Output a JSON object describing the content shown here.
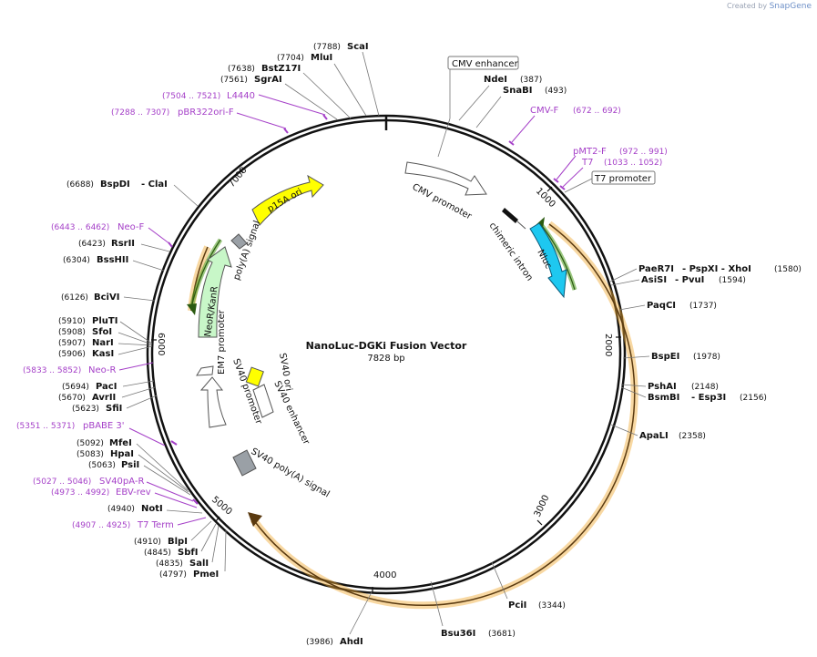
{
  "watermark": {
    "prefix": "Created by",
    "brand": "SnapGene"
  },
  "plasmid": {
    "name": "NanoLuc-DGKi Fusion Vector",
    "length_label": "7828 bp",
    "length": 7828
  },
  "ticks": [
    {
      "pos": 1000,
      "label": "1000"
    },
    {
      "pos": 2000,
      "label": "2000"
    },
    {
      "pos": 3000,
      "label": "3000"
    },
    {
      "pos": 4000,
      "label": "4000"
    },
    {
      "pos": 5000,
      "label": "5000"
    },
    {
      "pos": 6000,
      "label": "6000"
    },
    {
      "pos": 7000,
      "label": "7000"
    }
  ],
  "sites": [
    {
      "name": "ScaI",
      "pos": "(7788)",
      "side": "left"
    },
    {
      "name": "MluI",
      "pos": "(7704)",
      "side": "left"
    },
    {
      "name": "BstZ17I",
      "pos": "(7638)",
      "side": "left"
    },
    {
      "name": "SgrAI",
      "pos": "(7561)",
      "side": "left"
    },
    {
      "name": "NdeI",
      "pos": "(387)",
      "side": "right"
    },
    {
      "name": "SnaBI",
      "pos": "(493)",
      "side": "right"
    },
    {
      "name": "BspDI",
      "pos": "(6688)",
      "extra": "- ClaI",
      "side": "left"
    },
    {
      "name": "RsrII",
      "pos": "(6423)",
      "side": "left"
    },
    {
      "name": "BssHII",
      "pos": "(6304)",
      "side": "left"
    },
    {
      "name": "BciVI",
      "pos": "(6126)",
      "side": "left"
    },
    {
      "name": "PluTI",
      "pos": "(5910)",
      "side": "left"
    },
    {
      "name": "SfoI",
      "pos": "(5908)",
      "side": "left"
    },
    {
      "name": "NarI",
      "pos": "(5907)",
      "side": "left"
    },
    {
      "name": "KasI",
      "pos": "(5906)",
      "side": "left"
    },
    {
      "name": "PacI",
      "pos": "(5694)",
      "side": "left"
    },
    {
      "name": "AvrII",
      "pos": "(5670)",
      "side": "left"
    },
    {
      "name": "SfiI",
      "pos": "(5623)",
      "side": "left"
    },
    {
      "name": "MfeI",
      "pos": "(5092)",
      "side": "left"
    },
    {
      "name": "HpaI",
      "pos": "(5083)",
      "side": "left"
    },
    {
      "name": "PsiI",
      "pos": "(5063)",
      "side": "left"
    },
    {
      "name": "NotI",
      "pos": "(4940)",
      "side": "left"
    },
    {
      "name": "BlpI",
      "pos": "(4910)",
      "side": "left"
    },
    {
      "name": "SbfI",
      "pos": "(4845)",
      "side": "left"
    },
    {
      "name": "SalI",
      "pos": "(4835)",
      "side": "left"
    },
    {
      "name": "PmeI",
      "pos": "(4797)",
      "side": "left"
    },
    {
      "name": "AhdI",
      "pos": "(3986)",
      "side": "left"
    },
    {
      "name": "Bsu36I",
      "pos": "(3681)",
      "side": "right"
    },
    {
      "name": "PciI",
      "pos": "(3344)",
      "side": "right"
    },
    {
      "name": "ApaLI",
      "pos": "(2358)",
      "side": "right"
    },
    {
      "name": "BsmBI",
      "pos": "(2156)",
      "extra": "- Esp3I",
      "side": "right"
    },
    {
      "name": "PshAI",
      "pos": "(2148)",
      "side": "right"
    },
    {
      "name": "BspEI",
      "pos": "(1978)",
      "side": "right"
    },
    {
      "name": "PaqCI",
      "pos": "(1737)",
      "side": "right"
    },
    {
      "name": "AsiSI",
      "pos": "(1594)",
      "extra": "- PvuI",
      "side": "right"
    },
    {
      "name": "PaeR7I",
      "pos": "(1580)",
      "extra": "- PspXI - XhoI",
      "side": "right"
    }
  ],
  "primers": [
    {
      "name": "L4440",
      "range": "(7504 .. 7521)"
    },
    {
      "name": "pBR322ori-F",
      "range": "(7288 .. 7307)"
    },
    {
      "name": "CMV-F",
      "range": "(672 .. 692)"
    },
    {
      "name": "pMT2-F",
      "range": "(972 .. 991)"
    },
    {
      "name": "T7",
      "range": "(1033 .. 1052)"
    },
    {
      "name": "Neo-F",
      "range": "(6443 .. 6462)"
    },
    {
      "name": "Neo-R",
      "range": "(5833 .. 5852)"
    },
    {
      "name": "pBABE 3'",
      "range": "(5351 .. 5371)"
    },
    {
      "name": "SV40pA-R",
      "range": "(5027 .. 5046)"
    },
    {
      "name": "EBV-rev",
      "range": "(4973 .. 4992)"
    },
    {
      "name": "T7 Term",
      "range": "(4907 .. 4925)"
    }
  ],
  "boxed_features": [
    {
      "name": "CMV enhancer"
    },
    {
      "name": "T7 promoter"
    }
  ],
  "features": [
    {
      "name": "CMV promoter",
      "color": "#ffffff"
    },
    {
      "name": "chimeric intron",
      "color": "#000000"
    },
    {
      "name": "Nluc",
      "color": "#1ec8f0"
    },
    {
      "name": "p15A ori",
      "color": "#ffff00"
    },
    {
      "name": "poly(A) signal",
      "color": "#9aa0a6"
    },
    {
      "name": "NeoR/KanR",
      "color": "#c8f7c8"
    },
    {
      "name": "EM7 promoter",
      "color": "#ffffff"
    },
    {
      "name": "SV40 promoter",
      "color": "#ffffff"
    },
    {
      "name": "SV40 ori",
      "color": "#ffff00"
    },
    {
      "name": "SV40 enhancer",
      "color": "#ffffff"
    },
    {
      "name": "SV40 poly(A) signal",
      "color": "#9aa0a6"
    }
  ],
  "colors": {
    "primer": "#a540c8",
    "orf_orange": "#f0a830",
    "orf_green": "#4a9a1a",
    "backbone": "#111111"
  }
}
